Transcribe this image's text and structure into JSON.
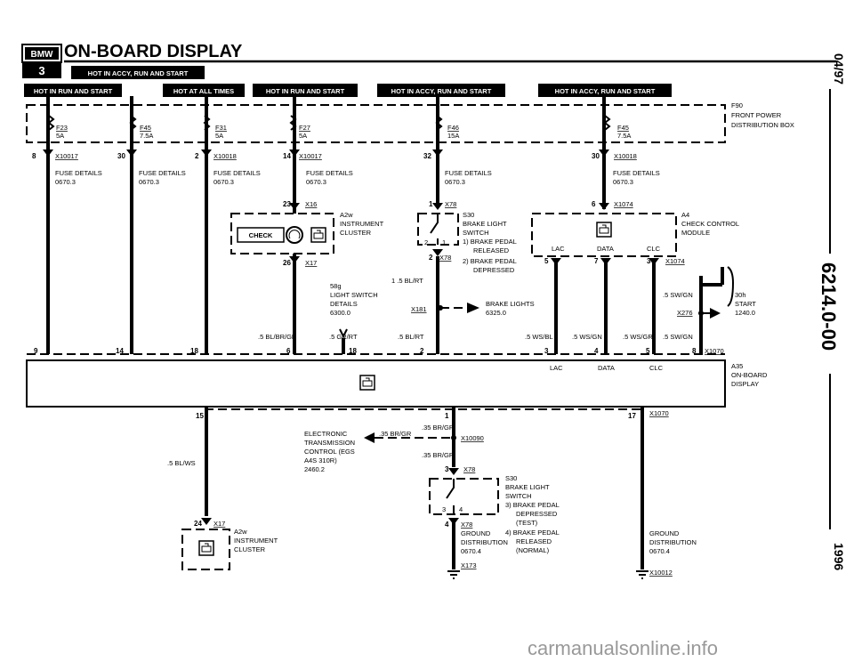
{
  "header": {
    "logo": "BMW",
    "series": "3",
    "title": "ON-BOARD DISPLAY"
  },
  "banners": {
    "top": "HOT IN ACCY, RUN AND START",
    "b1": "HOT IN RUN AND START",
    "b2": "HOT AT ALL TIMES",
    "b3": "HOT IN RUN AND START",
    "b4": "HOT IN ACCY, RUN AND START",
    "b5": "HOT IN ACCY, RUN AND START"
  },
  "side": {
    "date": "04/97",
    "code": "6214.0-00",
    "year": "1996"
  },
  "fuses": {
    "f23": [
      "F23",
      "5A"
    ],
    "f45a": [
      "F45",
      "7.5A"
    ],
    "f31": [
      "F31",
      "5A"
    ],
    "f27": [
      "F27",
      "5A"
    ],
    "f46": [
      "F46",
      "15A"
    ],
    "f45b": [
      "F45",
      "7.5A"
    ]
  },
  "power_box": [
    "F90",
    "FRONT POWER",
    "DISTRIBUTION BOX"
  ],
  "connectors": {
    "c1": "X10017",
    "c2": "X10018",
    "c3": "X10017",
    "c4": "X10018",
    "x16": "X16",
    "x17": "X17",
    "x78": "X78",
    "x78b": "X78",
    "x1074": "X1074",
    "x1074b": "X1074",
    "x181": "X181",
    "x276": "X276",
    "x1070": "X1070",
    "x1070b": "X1070",
    "x10090": "X10090",
    "x78c": "X78",
    "x78d": "X78",
    "x17b": "X17",
    "x173": "X173",
    "x10012": "X10012"
  },
  "pins": {
    "p8": "8",
    "p30": "30",
    "p2": "2",
    "p14": "14",
    "p32": "32",
    "p30b": "30",
    "p23": "23",
    "p26": "26",
    "p1": "1",
    "p2b": "2",
    "p6": "6",
    "p5": "5",
    "p7": "7",
    "p3": "3",
    "p9": "9",
    "p14b": "14",
    "p18": "18",
    "p6b": "6",
    "p18b": "18",
    "p2c": "2",
    "p3b": "3",
    "p4": "4",
    "p5b": "5",
    "p8b": "8",
    "p15": "15",
    "p1b": "1",
    "p17": "17",
    "p3c": "3",
    "p24": "24",
    "p4b": "4"
  },
  "fuse_details": [
    "FUSE DETAILS",
    "0670.3"
  ],
  "a2w_top": [
    "A2w",
    "INSTRUMENT",
    "CLUSTER"
  ],
  "check_label": "CHECK",
  "s30_top": [
    "S30",
    "BRAKE LIGHT",
    "SWITCH",
    "1)  BRAKE PEDAL",
    "RELEASED",
    "2)  BRAKE PEDAL",
    "DEPRESSED"
  ],
  "s30_switch_pins": [
    "2",
    "1"
  ],
  "a4": [
    "A4",
    "CHECK CONTROL",
    "MODULE"
  ],
  "a4_pins": [
    "LAC",
    "DATA",
    "CLC"
  ],
  "wires": {
    "w1": "1 .5 BL/RT",
    "w2": ".5 BL/BR/GE",
    "w3": ".5 GR/RT",
    "w4": ".5 BL/RT",
    "w5": ".5 WS/BL",
    "w6": ".5 WS/GN",
    "w7": ".5 WS/GR",
    "w8": ".5 SW/GN",
    "w9": ".5 SW/GN",
    "w10": ".5 BL/WS",
    "w11": ".35 BR/GR",
    "w12": ".35 BR/GR",
    "w13": ".35 BR/GR"
  },
  "light_switch": [
    "58g",
    "LIGHT SWITCH",
    "DETAILS",
    "6300.0"
  ],
  "brake_lights": [
    "BRAKE LIGHTS",
    "6325.0"
  ],
  "start_30h": [
    "30h",
    "START",
    "1240.0"
  ],
  "a35": [
    "A35",
    "ON-BOARD",
    "DISPLAY"
  ],
  "a35_pins": [
    "LAC",
    "DATA",
    "CLC"
  ],
  "egs": [
    "ELECTRONIC",
    "TRANSMISSION",
    "CONTROL (EGS",
    "A4S 310R)",
    "2460.2"
  ],
  "s30_bottom": [
    "S30",
    "BRAKE LIGHT",
    "SWITCH",
    "3)  BRAKE PEDAL",
    "DEPRESSED",
    "(TEST)",
    "4)  BRAKE PEDAL",
    "RELEASED",
    "(NORMAL)"
  ],
  "s30b_switch_pins": [
    "3",
    "4"
  ],
  "ground_dist_1": [
    "GROUND",
    "DISTRIBUTION",
    "0670.4"
  ],
  "ground_dist_2": [
    "GROUND",
    "DISTRIBUTION",
    "0670.4"
  ],
  "a2w_bottom": [
    "A2w",
    "INSTRUMENT",
    "CLUSTER"
  ],
  "watermark": "carmanualsonline.info"
}
